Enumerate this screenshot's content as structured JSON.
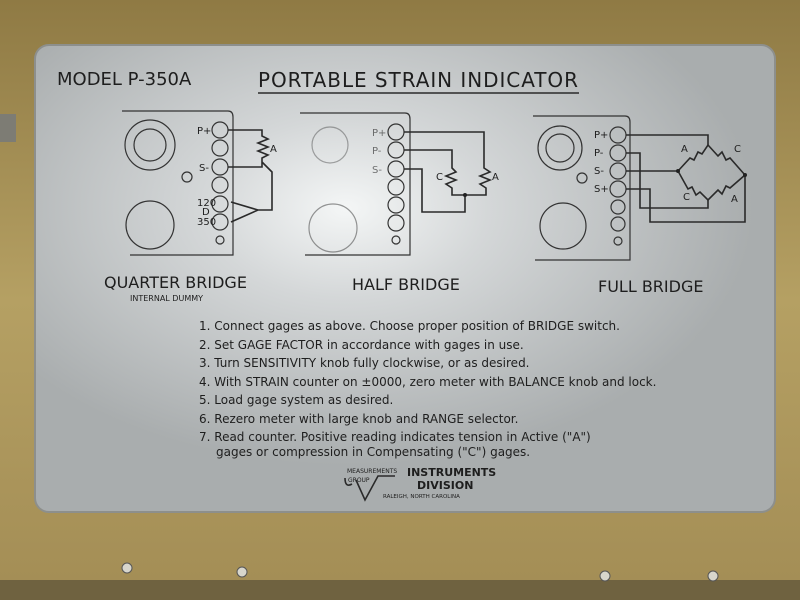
{
  "plate": {
    "model": "MODEL P-350A",
    "title": "PORTABLE STRAIN INDICATOR"
  },
  "diagrams": {
    "quarter": {
      "label": "QUARTER BRIDGE",
      "sublabel": "INTERNAL DUMMY",
      "terminals": [
        "P+",
        "S-",
        "120",
        "D",
        "350"
      ],
      "gage": "A"
    },
    "half": {
      "label": "HALF BRIDGE",
      "terminals": [
        "P+",
        "P-",
        "S-"
      ],
      "gages": [
        "C",
        "A"
      ]
    },
    "full": {
      "label": "FULL BRIDGE",
      "terminals": [
        "P+",
        "P-",
        "S-",
        "S+"
      ],
      "gages": [
        "A",
        "C",
        "C",
        "A"
      ]
    }
  },
  "instructions": [
    "1. Connect gages as above. Choose proper position of BRIDGE switch.",
    "2. Set GAGE FACTOR in accordance with gages in use.",
    "3. Turn SENSITIVITY knob fully clockwise, or as desired.",
    "4. With STRAIN counter on ±0000, zero meter with BALANCE knob and lock.",
    "5. Load gage system as desired.",
    "6. Rezero meter with large knob and RANGE selector.",
    "7. Read counter. Positive reading indicates tension in Active (\"A\")",
    "gages or compression in Compensating (\"C\") gages."
  ],
  "maker": {
    "logo_top": "MEASUREMENTS",
    "logo_group": "GROUP",
    "line1": "INSTRUMENTS",
    "line2": "DIVISION",
    "location": "RALEIGH, NORTH CAROLINA"
  },
  "colors": {
    "case": "#9c8650",
    "plate": "#b9bcbd"
  }
}
